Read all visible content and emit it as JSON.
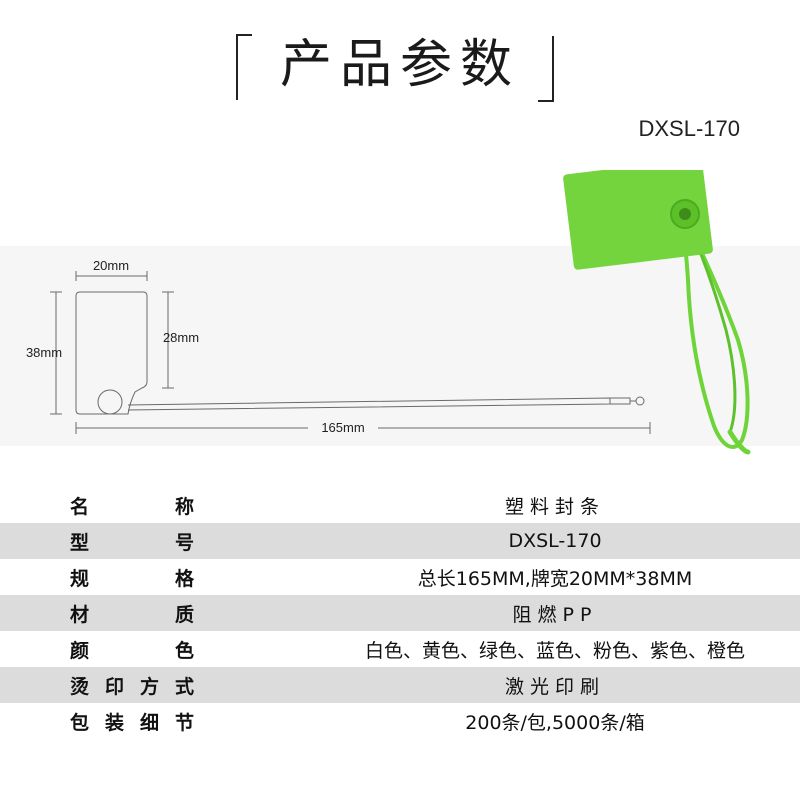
{
  "header": {
    "title": "产品参数",
    "model": "DXSL-170"
  },
  "diagram": {
    "width_label": "20mm",
    "height_label": "38mm",
    "inner_height_label": "28mm",
    "length_label": "165mm",
    "tag_color": "#6fd43a",
    "line_color": "#6a6a6a"
  },
  "specs": [
    {
      "label": "名称",
      "value": "塑料封条",
      "spaced": true
    },
    {
      "label": "型号",
      "value": "DXSL-170",
      "spaced": false
    },
    {
      "label": "规格",
      "value": "总长165MM,牌宽20MM*38MM",
      "spaced": false
    },
    {
      "label": "材质",
      "value": "阻燃PP",
      "spaced": true
    },
    {
      "label": "颜色",
      "value": "白色、黄色、绿色、蓝色、粉色、紫色、橙色",
      "spaced": false
    },
    {
      "label": "烫印方式",
      "value": "激光印刷",
      "spaced": true
    },
    {
      "label": "包装细节",
      "value": "200条/包,5000条/箱",
      "spaced": false
    }
  ]
}
